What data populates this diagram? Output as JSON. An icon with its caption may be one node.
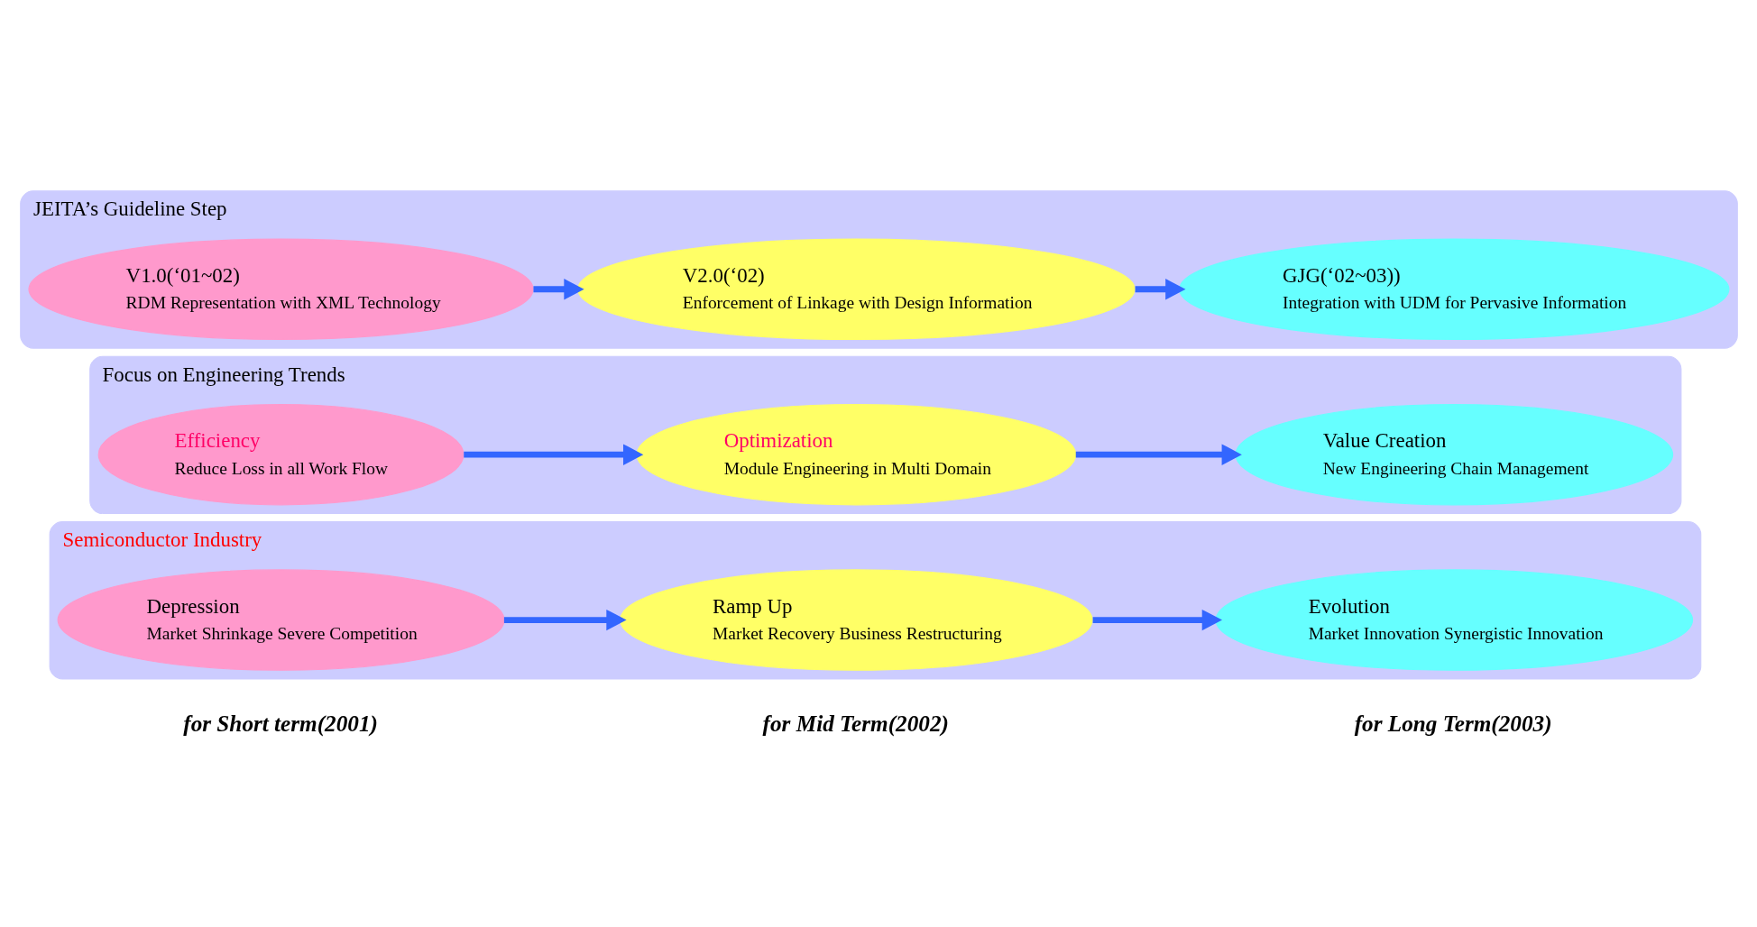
{
  "diagram": {
    "nodes": [
      {
        "text": [
          "Semiconductor Industry"
        ]
      },
      {
        "text": [
          "Depression",
          "Market Shrinkage Severe Competition"
        ],
        "in": 0
      },
      {
        "text": [
          "Ramp Up",
          "Market Recovery Business Restructuring"
        ],
        "in": 0
      },
      {
        "text": [
          "Evolution",
          "Market Innovation Synergistic Innovation"
        ],
        "in": 0
      },
      {
        "text": [
          "Focus on Engineering Trends"
        ]
      },
      {
        "text": [
          "Efficiency",
          "Reduce Loss in all Work Flow"
        ],
        "in": 4
      },
      {
        "text": [
          "Optimization",
          "Module Engineering in Multi Domain"
        ],
        "in": 4
      },
      {
        "text": [
          "Value Creation",
          "New Engineering Chain Management"
        ],
        "in": 4
      },
      {
        "text": [
          "JEITA’s Guideline Step"
        ]
      },
      {
        "text": [
          "V1.0(‘01~02)",
          "RDM Representation with XML Technology"
        ],
        "in": 8
      },
      {
        "text": [
          "V2.0(‘02)",
          "Enforcement of Linkage with Design Information"
        ],
        "in": 8
      },
      {
        "text": [
          "GJG(‘02~03))",
          "Integration with UDM for Pervasive Information"
        ],
        "in": 8
      }
    ],
    "edges": [
      {
        "from": 1,
        "to": 2,
        "arrow": "to"
      },
      {
        "from": 2,
        "to": 3,
        "arrow": "to"
      },
      {
        "from": 5,
        "to": 6,
        "arrow": "to"
      },
      {
        "from": 6,
        "to": 7,
        "arrow": "to"
      },
      {
        "from": 9,
        "to": 10,
        "arrow": "to"
      },
      {
        "from": 10,
        "to": 11,
        "arrow": "to"
      }
    ],
    "labels": [
      "for Short term(2001)",
      "for Mid Term(2002)",
      "for Long Term(2003)"
    ]
  }
}
